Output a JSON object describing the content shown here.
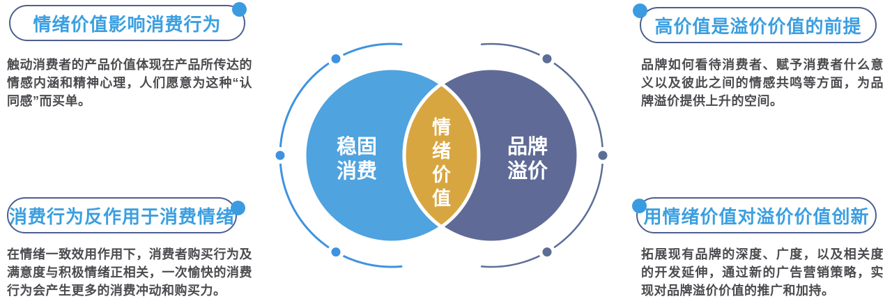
{
  "colors": {
    "title_blue": "#3B9FE0",
    "pill_border": "#4D5E90",
    "corner_dot_blue": "#3B9BE0",
    "body_gray": "#4B4B4F",
    "left_circle_fill": "#4FA3DF",
    "right_circle_fill": "#5F6B96",
    "overlap_gold": "#D8A640",
    "left_arc_blue": "#3E92E0",
    "right_arc_slate": "#5C6E96",
    "background": "#ffffff"
  },
  "panels": [
    {
      "id": "top-left",
      "title": "情绪价值影响消费行为",
      "body": "触动消费者的产品价值体现在产品所传达的情感内涵和精神心理，人们愿意为这种“认同感”而买单。"
    },
    {
      "id": "bottom-left",
      "title": "消费行为反作用于消费情绪",
      "body": "在情绪一致效用作用下，消费者购买行为及满意度与积极情绪正相关，一次愉快的消费行为会产生更多的消费冲动和购买力。"
    },
    {
      "id": "top-right",
      "title": "高价值是溢价价值的前提",
      "body": "品牌如何看待消费者、赋予消费者什么意义以及彼此之间的情感共鸣等方面，为品牌溢价提供上升的空间。"
    },
    {
      "id": "bottom-right",
      "title": "用情绪价值对溢价价值创新",
      "body": "拓展现有品牌的深度、广度，以及相关度的开发延伸，通过新的广告营销策略，实现对品牌溢价价值的推广和加持。"
    }
  ],
  "venn": {
    "left": {
      "line1": "稳固",
      "line2": "消费"
    },
    "right": {
      "line1": "品牌",
      "line2": "溢价"
    },
    "center": {
      "char1": "情",
      "char2": "绪",
      "char3": "价",
      "char4": "值"
    }
  }
}
